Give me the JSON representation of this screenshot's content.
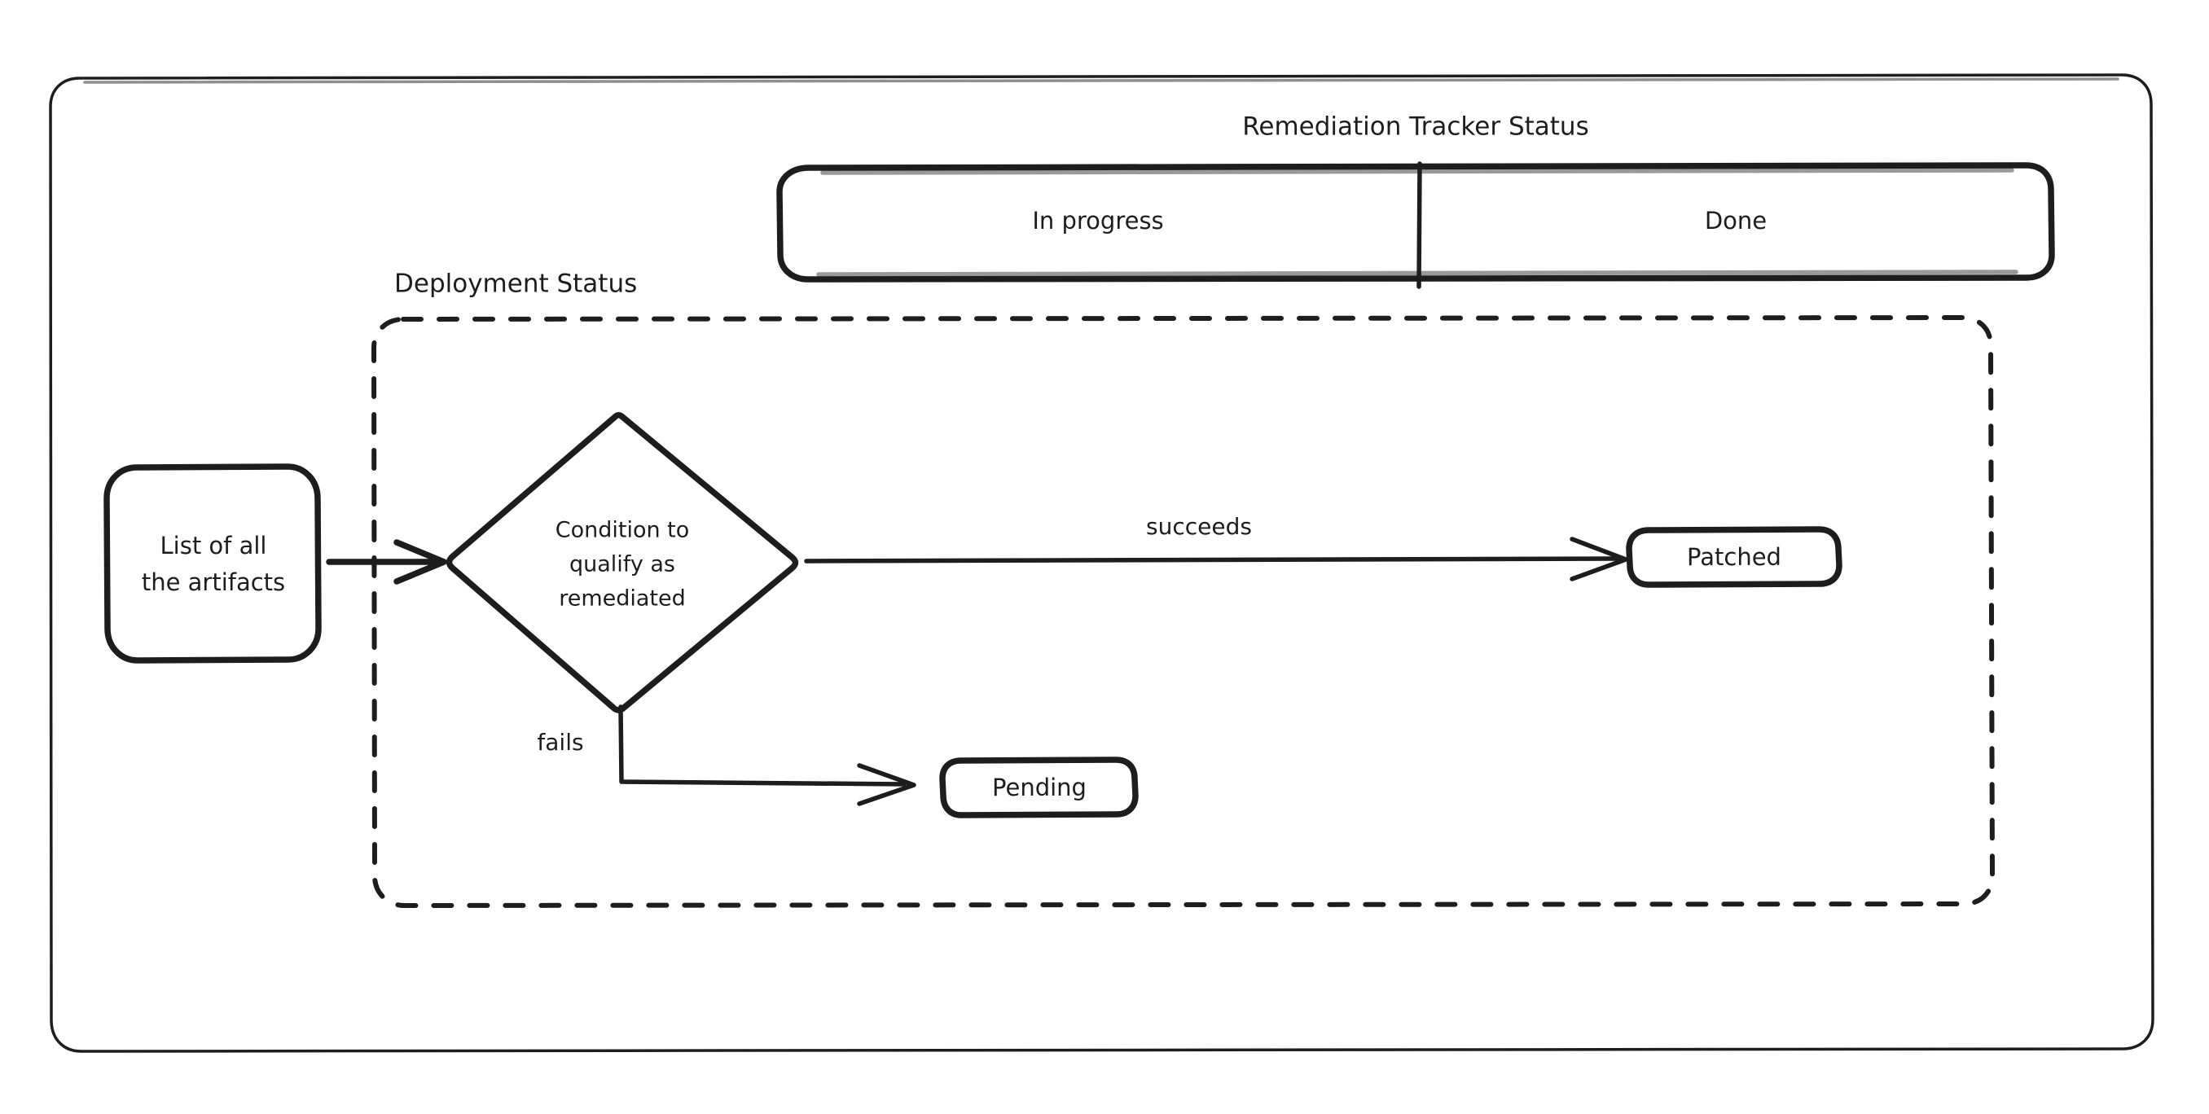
{
  "diagram": {
    "title_top": "Remediation Tracker Status",
    "swimlane_group_label": "Deployment Status",
    "tracker_cells": [
      {
        "label": "In progress"
      },
      {
        "label": "Done"
      }
    ],
    "nodes": [
      {
        "id": "artifacts",
        "shape": "rounded-rect",
        "lines": [
          "List of all",
          "the artifacts"
        ]
      },
      {
        "id": "condition",
        "shape": "diamond",
        "lines": [
          "Condition to",
          "qualify as",
          "remediated"
        ]
      },
      {
        "id": "patched",
        "shape": "rounded-rect",
        "lines": [
          "Patched"
        ]
      },
      {
        "id": "pending",
        "shape": "rounded-rect",
        "lines": [
          "Pending"
        ]
      }
    ],
    "edges": [
      {
        "id": "artifacts-to-condition",
        "label": "",
        "from": "artifacts",
        "to": "condition"
      },
      {
        "id": "condition-to-patched",
        "label": "succeeds",
        "from": "condition",
        "to": "patched"
      },
      {
        "id": "condition-to-pending",
        "label": "fails",
        "from": "condition",
        "to": "pending"
      }
    ],
    "colors": {
      "stroke": "#1d1d1d",
      "background": "#ffffff",
      "node_fill": "#ffffff"
    }
  }
}
